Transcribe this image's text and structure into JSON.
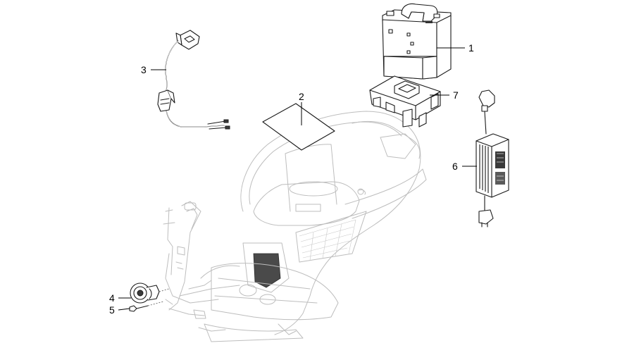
{
  "callouts": [
    {
      "id": "1",
      "label": "1"
    },
    {
      "id": "2",
      "label": "2"
    },
    {
      "id": "3",
      "label": "3"
    },
    {
      "id": "4",
      "label": "4"
    },
    {
      "id": "5",
      "label": "5"
    },
    {
      "id": "6",
      "label": "6"
    },
    {
      "id": "7",
      "label": "7"
    }
  ],
  "colors": {
    "line": "#1a1a1a",
    "ghost": "#bdbdbd",
    "background": "#ffffff"
  }
}
